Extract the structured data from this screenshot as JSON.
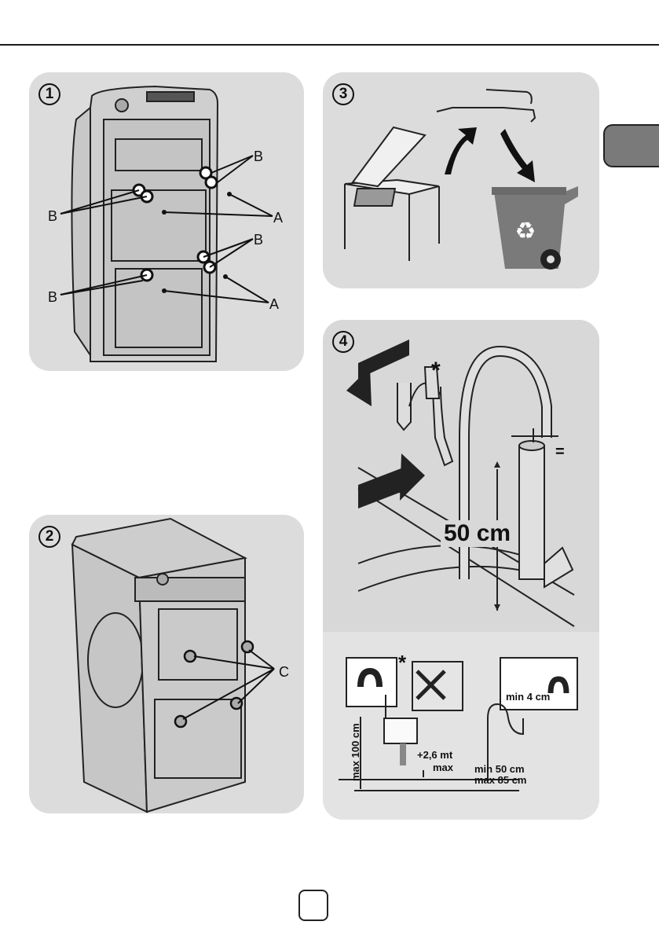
{
  "tab": {},
  "page_number": "",
  "panel1": {
    "number": "1",
    "label_b": "B",
    "label_a": "A"
  },
  "panel2": {
    "number": "2",
    "label_c": "C"
  },
  "panel3": {
    "number": "3"
  },
  "panel4": {
    "number": "4",
    "star": "*",
    "equals": "=",
    "height": "50 cm",
    "max_100": "max 100 cm",
    "plus_26": "+2,6 mt",
    "max": "max",
    "min_50": "min 50 cm",
    "max_85": "max 85 cm",
    "min_4": "min 4 cm"
  }
}
